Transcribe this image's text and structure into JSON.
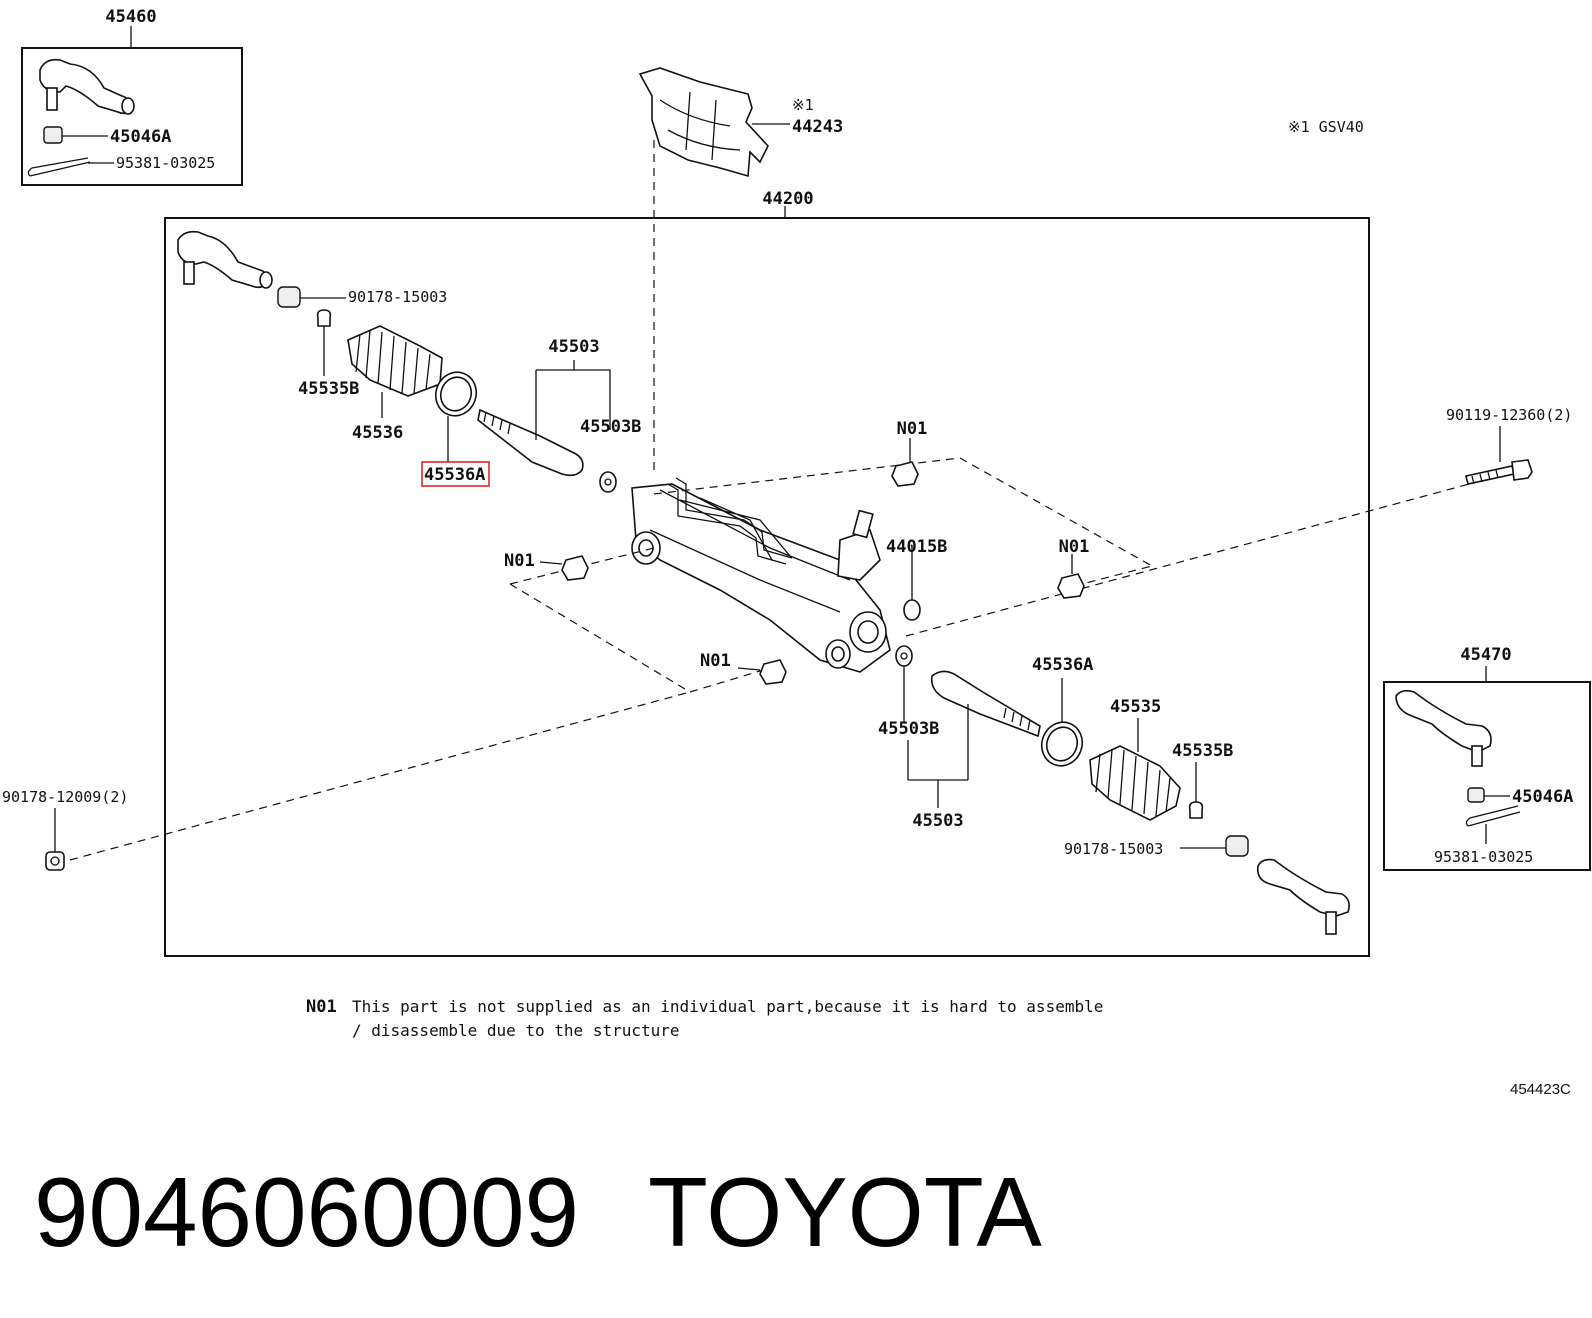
{
  "labels": {
    "tie_rod_end_left_assy": "45460",
    "nut_left": "45046A",
    "pin_left": "95381-03025",
    "heat_insulator": "44243",
    "heat_insulator_note_mark": "※1",
    "footnote_key": "※1 GSV40",
    "gear_assembly": "44200",
    "tie_rod_end_left": "",
    "nut_upper_left": "90178-15003",
    "clip_left": "45535B",
    "boot_left": "45536",
    "boot_band_left": "45536A",
    "rack_end_left": "45503",
    "washer_left": "45503B",
    "n01_top": "N01",
    "bolt_right": "90119-12360(2)",
    "n01_left": "N01",
    "o_ring": "44015B",
    "n01_right": "N01",
    "n01_bottom": "N01",
    "washer_right": "45503B",
    "rack_end_right": "45503",
    "boot_band_right": "45536A",
    "boot_right": "45535",
    "clip_right": "45535B",
    "nut_lower_right": "90178-15003",
    "nut_far_left": "90178-12009(2)",
    "tie_rod_end_right_assy": "45470",
    "nut_right": "45046A",
    "pin_right": "95381-03025"
  },
  "note": {
    "code": "N01",
    "line1": "This part is not supplied as an individual part,because it is hard to assemble",
    "line2": "/ disassemble due to the structure"
  },
  "diagram_ref": "454423C",
  "caption": {
    "part_number": "9046060009",
    "brand": "TOYOTA"
  },
  "highlight_color": "#e0242c"
}
